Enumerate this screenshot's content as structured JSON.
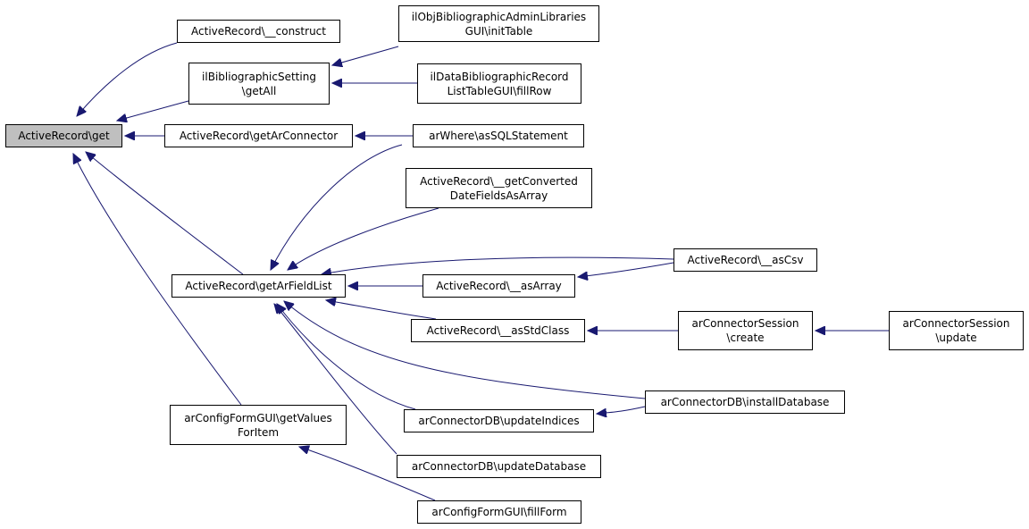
{
  "colors": {
    "edge": "#191970",
    "root_fill": "#bfbfbf",
    "node_fill": "#ffffff"
  },
  "nodes": [
    {
      "id": "get",
      "label": "ActiveRecord\\get",
      "root": true
    },
    {
      "id": "construct",
      "label": "ActiveRecord\\__construct"
    },
    {
      "id": "bibGetAll",
      "label": "ilBibliographicSetting\n\\getAll"
    },
    {
      "id": "getArConnector",
      "label": "ActiveRecord\\getArConnector"
    },
    {
      "id": "getArFieldList",
      "label": "ActiveRecord\\getArFieldList"
    },
    {
      "id": "cfgGetValues",
      "label": "arConfigFormGUI\\getValues\nForItem"
    },
    {
      "id": "adminInitTable",
      "label": "ilObjBibliographicAdminLibraries\nGUI\\initTable"
    },
    {
      "id": "dataFillRow",
      "label": "ilDataBibliographicRecord\nListTableGUI\\fillRow"
    },
    {
      "id": "asSQL",
      "label": "arWhere\\asSQLStatement"
    },
    {
      "id": "getConverted",
      "label": "ActiveRecord\\__getConverted\nDateFieldsAsArray"
    },
    {
      "id": "asArray",
      "label": "ActiveRecord\\__asArray"
    },
    {
      "id": "asStdClass",
      "label": "ActiveRecord\\__asStdClass"
    },
    {
      "id": "updateIndices",
      "label": "arConnectorDB\\updateIndices"
    },
    {
      "id": "updateDatabase",
      "label": "arConnectorDB\\updateDatabase"
    },
    {
      "id": "fillForm",
      "label": "arConfigFormGUI\\fillForm"
    },
    {
      "id": "asCsv",
      "label": "ActiveRecord\\__asCsv"
    },
    {
      "id": "sessCreate",
      "label": "arConnectorSession\n\\create"
    },
    {
      "id": "installDB",
      "label": "arConnectorDB\\installDatabase"
    },
    {
      "id": "sessUpdate",
      "label": "arConnectorSession\n\\update"
    }
  ],
  "edges": [
    {
      "from": "construct",
      "to": "get"
    },
    {
      "from": "bibGetAll",
      "to": "get"
    },
    {
      "from": "getArConnector",
      "to": "get"
    },
    {
      "from": "getArFieldList",
      "to": "get"
    },
    {
      "from": "cfgGetValues",
      "to": "get"
    },
    {
      "from": "adminInitTable",
      "to": "bibGetAll"
    },
    {
      "from": "dataFillRow",
      "to": "bibGetAll"
    },
    {
      "from": "asSQL",
      "to": "getArConnector"
    },
    {
      "from": "asSQL",
      "to": "getArFieldList"
    },
    {
      "from": "getConverted",
      "to": "getArFieldList"
    },
    {
      "from": "asCsv",
      "to": "getArFieldList"
    },
    {
      "from": "asArray",
      "to": "getArFieldList"
    },
    {
      "from": "asStdClass",
      "to": "getArFieldList"
    },
    {
      "from": "installDB",
      "to": "getArFieldList"
    },
    {
      "from": "updateIndices",
      "to": "getArFieldList"
    },
    {
      "from": "updateDatabase",
      "to": "getArFieldList"
    },
    {
      "from": "asCsv",
      "to": "asArray"
    },
    {
      "from": "sessCreate",
      "to": "asStdClass"
    },
    {
      "from": "sessUpdate",
      "to": "sessCreate"
    },
    {
      "from": "installDB",
      "to": "updateIndices"
    },
    {
      "from": "fillForm",
      "to": "cfgGetValues"
    }
  ]
}
